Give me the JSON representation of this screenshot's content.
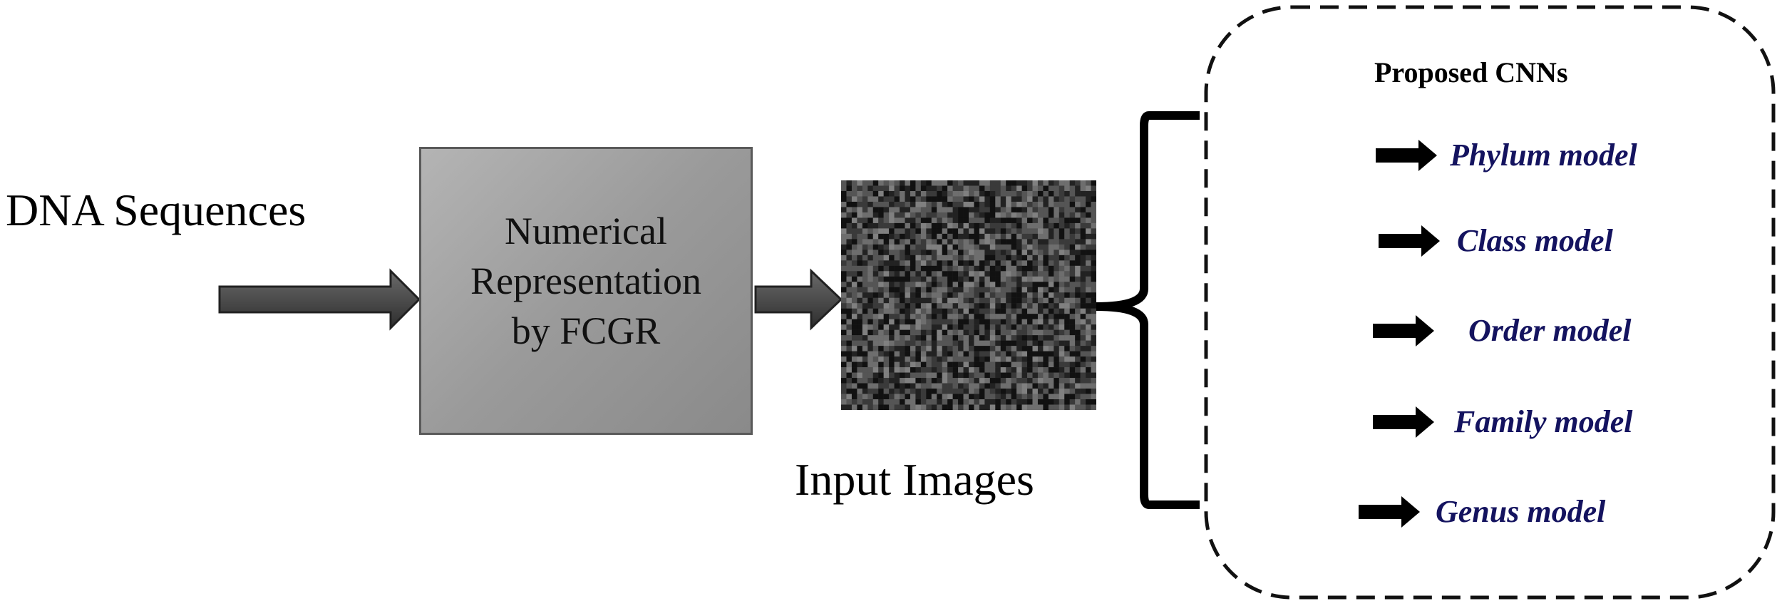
{
  "diagram": {
    "input_label": "DNA Sequences",
    "process_lines": [
      "Numerical",
      "Representation",
      "by FCGR"
    ],
    "image_label": "Input Images",
    "group_title": "Proposed CNNs",
    "models": [
      "Phylum model",
      "Class model",
      "Order model",
      "Family model",
      "Genus model"
    ]
  },
  "colors": {
    "model_text": "#14135f",
    "arrow_fill": "#4a4a4a",
    "box_fill": "#a0a0a0"
  }
}
